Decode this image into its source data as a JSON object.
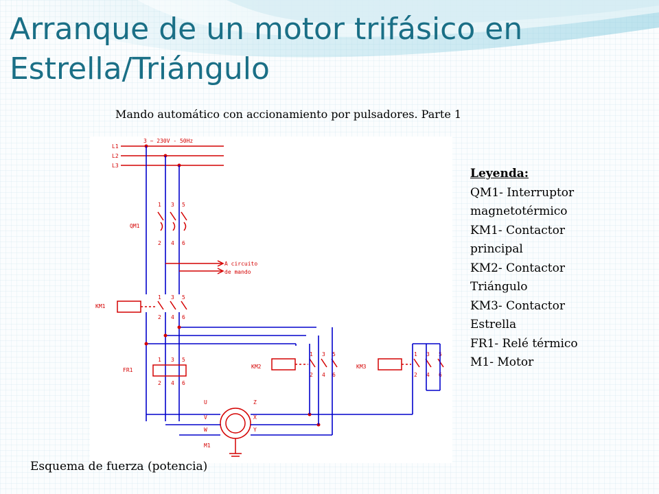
{
  "slide": {
    "title_lines": [
      "Arranque de un motor trifásico en",
      "Estrella/Triángulo"
    ],
    "subtitle": "Mando automático con accionamiento por pulsadores. Parte 1",
    "caption": "Esquema de fuerza (potencia)"
  },
  "legend": {
    "title": "Leyenda:",
    "items": [
      "QM1- Interruptor",
      "magnetotérmico",
      "KM1- Contactor",
      "principal",
      "KM2- Contactor",
      "Triángulo",
      "KM3- Contactor",
      "Estrella",
      "FR1- Relé térmico",
      "M1- Motor"
    ]
  },
  "diagram": {
    "supply_label": "3 ~ 230V - 50Hz",
    "lines": [
      "L1",
      "L2",
      "L3"
    ],
    "components": {
      "qm1": "QM1",
      "km1": "KM1",
      "km2": "KM2",
      "km3": "KM3",
      "fr1": "FR1",
      "m1": "M1"
    },
    "terminals_top": [
      "1",
      "3",
      "5"
    ],
    "terminals_bottom": [
      "2",
      "4",
      "6"
    ],
    "motor_terminals_left": [
      "U",
      "V",
      "W"
    ],
    "motor_terminals_right": [
      "Z",
      "X",
      "Y"
    ],
    "control_note_1": "A circuito",
    "control_note_2": "de mando"
  },
  "colors": {
    "title": "#1a6f86",
    "wire": "#0000cc",
    "symbol": "#d40000"
  }
}
